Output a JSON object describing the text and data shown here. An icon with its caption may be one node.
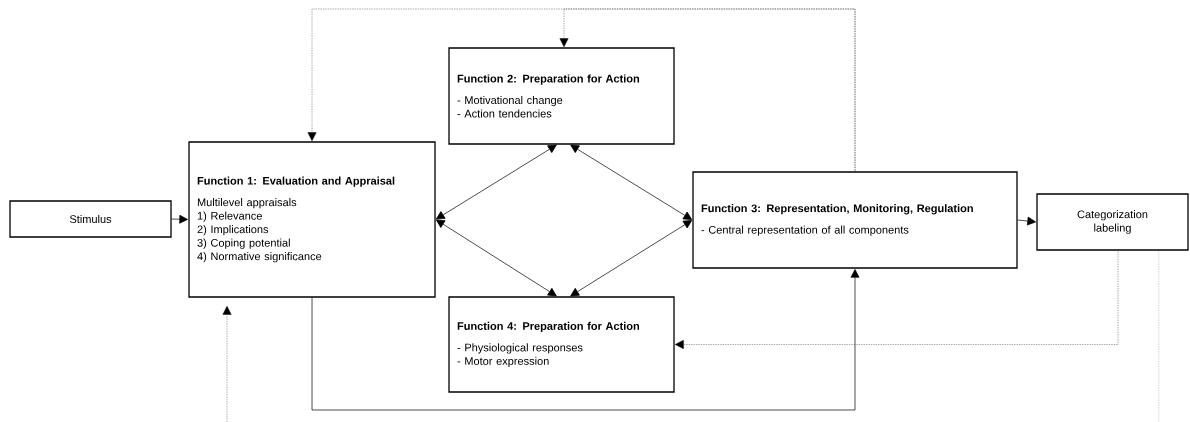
{
  "diagram": {
    "nodes": [
      {
        "text": [
          "Stimulus"
        ]
      },
      {
        "text": [
          "Function 1: Evaluation and Appraisal",
          "Multilevel appraisals",
          "1) Relevance",
          "2) Implications",
          "3) Coping potential",
          "4) Normative significance"
        ]
      },
      {
        "text": [
          "Function 2: Preparation for Action",
          "- Motivational change",
          "- Action tendencies"
        ]
      },
      {
        "text": [
          "Function 3: Representation, Monitoring, Regulation",
          "- Central representation of all components"
        ]
      },
      {
        "text": [
          "Function 4: Preparation for Action",
          "- Physiological responses",
          "- Motor expression"
        ]
      },
      {
        "text": [
          "Categorization labeling"
        ]
      }
    ],
    "edges": [
      {
        "from": 0,
        "to": 1,
        "arrow": "to"
      },
      {
        "from": 1,
        "to": 2,
        "arrow": "both"
      },
      {
        "from": 2,
        "to": 3,
        "arrow": "both"
      },
      {
        "from": 1,
        "to": 4,
        "arrow": "both"
      },
      {
        "from": 4,
        "to": 3,
        "arrow": "both"
      },
      {
        "from": 3,
        "to": 5,
        "arrow": "to"
      },
      {
        "from": 3,
        "to": 1,
        "arrow": "to",
        "style": "dashed"
      },
      {
        "from": 3,
        "to": 2,
        "arrow": "to",
        "style": "dashed"
      },
      {
        "from": 1,
        "to": 3,
        "arrow": "to"
      },
      {
        "from": 5,
        "to": 4,
        "arrow": "to",
        "style": "dashed"
      },
      {
        "from": 5,
        "to": null,
        "arrow": "none",
        "style": "dashed"
      },
      {
        "from": null,
        "to": 1,
        "arrow": "to",
        "style": "dashed"
      }
    ]
  }
}
